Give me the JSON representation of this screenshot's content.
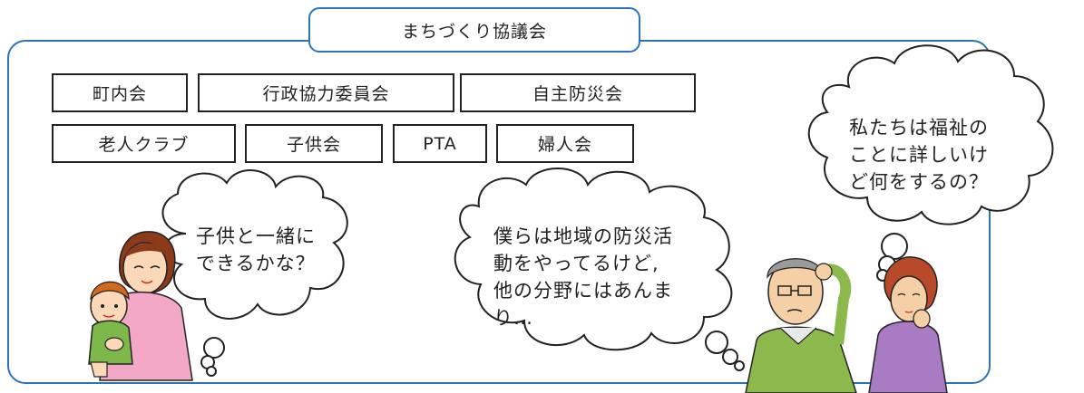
{
  "title": "まちづくり協議会",
  "organizations": [
    "町内会",
    "行政協力委員会",
    "自主防災会",
    "老人クラブ",
    "子供会",
    "PTA",
    "婦人会"
  ],
  "bubbles": {
    "mother": "子供と一緒に\nできるかな？",
    "man": "僕らは地域の防災活\n動をやってるけど,\n他の分野にはあんま\nり…",
    "woman": "私たちは福祉の\nことに詳しいけ\nど何をするの？"
  },
  "colors": {
    "frame": "#2e74b5",
    "border": "#222222"
  }
}
